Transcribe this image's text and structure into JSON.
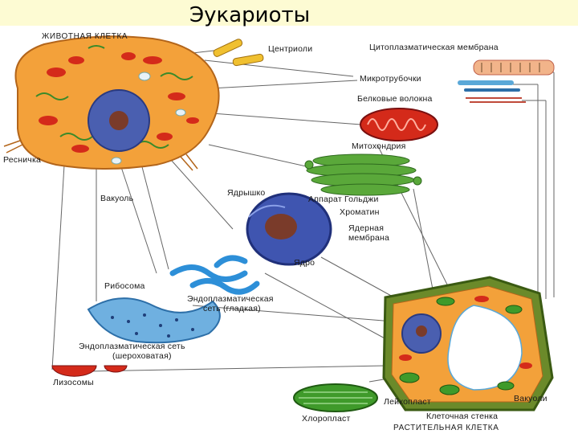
{
  "title": "Эукариоты",
  "labels": {
    "animal_cell": "ЖИВОТНАЯ КЛЕТКА",
    "plant_cell": "РАСТИТЕЛЬНАЯ КЛЕТКА",
    "centrioles": "Центриоли",
    "cytoplasmic_membrane": "Цитоплазматическая мембрана",
    "microtubules": "Микротрубочки",
    "protein_fibers": "Белковые волокна",
    "mitochondrion": "Митохондрия",
    "cilium": "Ресничка",
    "vacuole": "Вакуоль",
    "nucleolus": "Ядрышко",
    "golgi": "Аппарат Гольджи",
    "chromatin": "Хроматин",
    "nuclear_membrane_1": "Ядерная",
    "nuclear_membrane_2": "мембрана",
    "nucleus": "Ядро",
    "ribosome": "Рибосома",
    "smooth_er_1": "Эндоплазматическая",
    "smooth_er_2": "сеть (гладкая)",
    "rough_er_1": "Эндоплазматическая сеть",
    "rough_er_2": "(шероховатая)",
    "lysosomes": "Лизосомы",
    "leucoplast": "Лейкопласт",
    "vacuoles": "Вакуоли",
    "chloroplast": "Хлоропласт",
    "cell_wall": "Клеточная стенка"
  },
  "colors": {
    "title_band": "#fdfbd3",
    "cytoplasm": "#f3a13a",
    "nucleus": "#4a5fb0",
    "mitochondrion": "#d42a1a",
    "golgi": "#5aa83a",
    "er": "#2d8fd8",
    "chloroplast": "#3f9a2a",
    "connector": "#555555"
  }
}
